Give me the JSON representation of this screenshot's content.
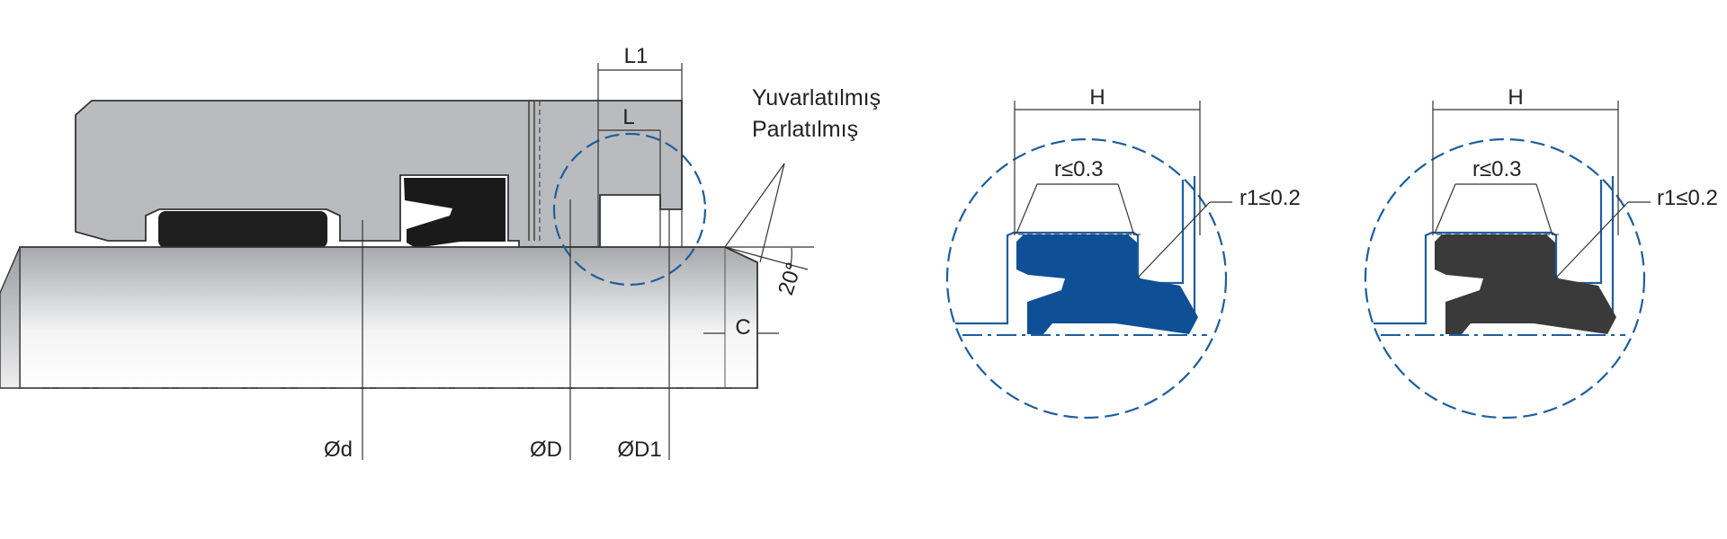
{
  "labels": {
    "L1": "L1",
    "L": "L",
    "finish_1": "Yuvarlatılmış",
    "finish_2": "Parlatılmış",
    "angle": "20°",
    "C": "C",
    "d": "Ød",
    "D": "ØD",
    "D1": "ØD1",
    "H_blue": "H",
    "H_dark": "H",
    "r_blue": "r≤0.3",
    "r1_blue": "r1≤0.2",
    "r_dark": "r≤0.3",
    "r1_dark": "r1≤0.2"
  },
  "colors": {
    "housing": "#b9bbbe",
    "rod_light": "#f4f4f5",
    "rod_dark": "#a6a8ab",
    "oring": "#1f1f1f",
    "seal_black": "#1a1a1a",
    "seal_blue": "#0f4f96",
    "seal_dark": "#3a3a3a",
    "detail_line": "#1d5e9e"
  }
}
